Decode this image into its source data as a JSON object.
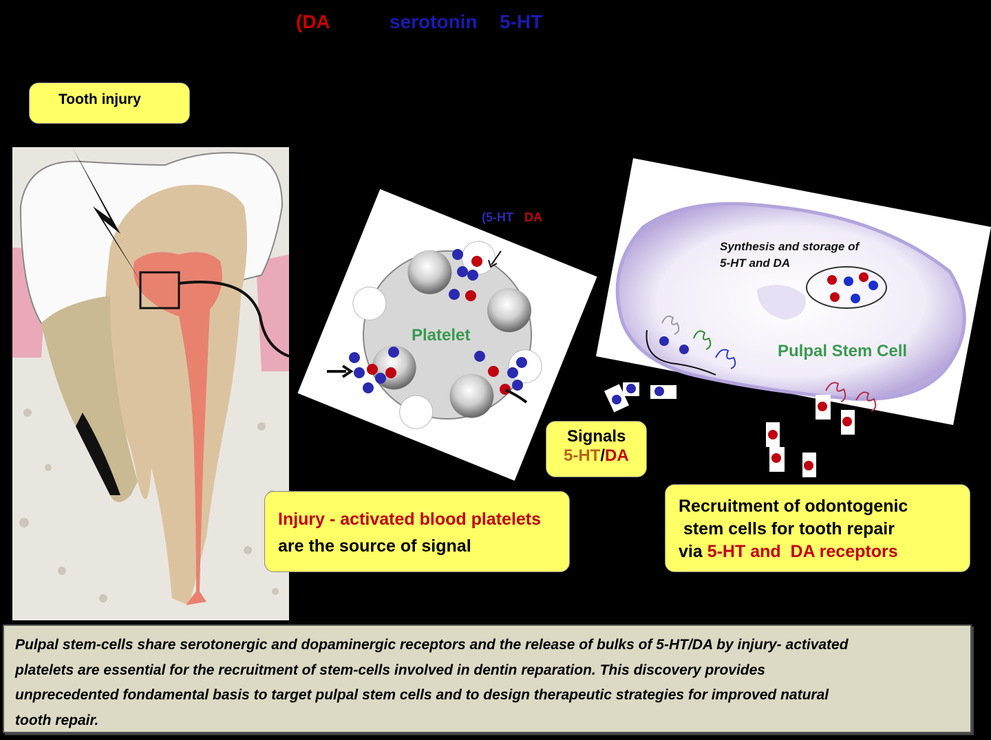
{
  "title": {
    "part_da": "(DA",
    "part_serotonin": "serotonin",
    "part_5ht": "5-HT"
  },
  "callouts": {
    "tooth_injury": "Tooth injury",
    "signals_label": "Signals",
    "signals_5ht": "5-HT",
    "signals_sep": "/",
    "signals_da": "DA",
    "injury_line1": "Injury - activated blood platelets",
    "injury_line2": "are the source of signal",
    "recruit_line1": "Recruitment of odontogenic",
    "recruit_line2": " stem cells for tooth repair",
    "recruit_via": "via ",
    "recruit_receptors": "5-HT and  DA receptors"
  },
  "platelet": {
    "label": "Platelet",
    "granule_5ht": "(5-HT",
    "granule_da": "DA"
  },
  "stem_cell": {
    "label": "Pulpal Stem Cell",
    "synthesis_line1": "Synthesis and storage of",
    "synthesis_line2": "5-HT and  DA"
  },
  "caption": {
    "line1": "Pulpal stem-cells share serotonergic and dopaminergic  receptors and the release of  bulks of 5-HT/DA by injury- activated",
    "line2": "platelets are essential for the recruitment of stem-cells involved in dentin reparation. This discovery provides",
    "line3": "unprecedented fondamental basis to target pulpal stem cells and to design therapeutic strategies for improved natural",
    "line4": "tooth repair."
  },
  "colors": {
    "background": "#000000",
    "callout": "#ffff66",
    "serotonin_blue": "#1a2fd0",
    "dopamine_red": "#c00010",
    "label_green": "#3a9a50",
    "caption_bg": "#dcd9c4"
  }
}
